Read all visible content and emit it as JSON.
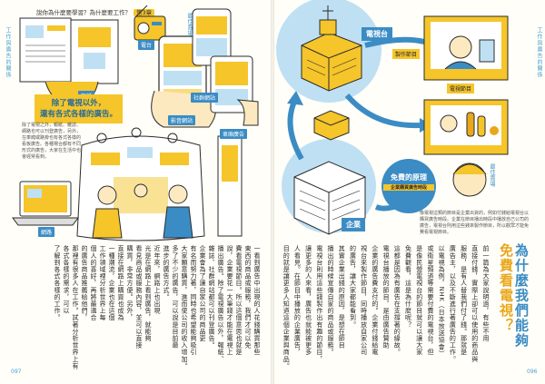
{
  "left_page": {
    "running_head": "說你為什麼要學習？為什麼要工作？",
    "chapter": "第3章",
    "side_tab": "工作與廣告的關係",
    "folio": "097",
    "tags": {
      "radio": "電台",
      "newspaper": "報紙",
      "social": "社群網站",
      "video_site": "影音網站",
      "train_ad": "車廂廣告",
      "computer": "網路"
    },
    "bubble_text": "最佳賣場",
    "caption": [
      "除了電視以外，",
      "還有各式各樣的廣告。"
    ],
    "note": "除了電視之外，報紙、雜誌、網路也可以刊登廣告，另外，在車廂或路旁也有各式各樣的看板廣告。各種場合都有不同形式的廣告，大家在生活中也會經常看到。",
    "body_columns": [
      "一看到廣告中出現的人花錢購買那些",
      "東西的商品或服務，我們才可以免",
      "費看電視節目。所以這個意思也就是",
      "說，企業要花一大筆錢才能在電視上",
      "播出廣告。除了電視廣告以外，報紙、",
      "雜誌、社群網站都可以刊登廣告。",
      "企業會為了讓自家公司的商品更",
      "有名而努力著，同時也希望能夠吸引",
      "大家願意購買，進而使公司的收入增加。",
      "多了不少的廣告，可以說是目前最",
      "進步的廣告方式。",
      "近年來，網路上也出現",
      "光是在網路上看到廣告，就能夠",
      "看見商品或服務內容，並可以直接",
      "購買，非常方便。另外，",
      "直接在網路上購買也成為",
      "一種潮流，企業也在這個",
      "工作領域裡分析世界上每",
      "個人的喜好，再將最適合",
      "的廣告商品推薦給他們，",
      "那裡有很多人在工作。試著分析世界上有",
      "各式各樣的需求，可以",
      "了解到各式各樣的工作。"
    ]
  },
  "right_page": {
    "side_tab": "工作與廣告的關係",
    "folio": "096",
    "title_line1": "為什麼我們能夠",
    "title_line2": "免費看電視？",
    "tv_station_label": "電視台",
    "making_money": "製作節目",
    "program_label": "電視節目",
    "bubble_text": "最佳賣場",
    "company_label": "企業",
    "circle_title": "免費的原理",
    "circle_sub": "企業購買廣告時段",
    "note": "像電視這類的節目是企業出資的，例如付錢給電視台以購買廣告時段。企業在節目播出時段中播放自己公司的廣告，電視台則用這些錢來製作節目，所以觀眾才能免費看電視節目。",
    "body_columns": [
      "前一篇為大家說明過，有些不用",
      "直接付錢，實際上卻可以使用的商品與",
      "服務，是有人替我們付了錢。那就是",
      "廣告主，以及不斷進行著廣告的工作。",
      "以電視為例，NHK（日本放送協會）",
      "或衛星頻道等需要付費的電視台，但",
      "是像民營電視台的節目就可以讓大家",
      "免費觀看，這是為什麼呢？",
      "這都是因為有廣告在支撐著的緣故。",
      "電視台播放的節目，是由廣告贊助",
      "企業的廣告費支付的。企業付錢給電",
      "視台來製作節目，同時播放自家公司",
      "的廣告，讓大家都能看到。",
      "其實企業出錢的原因，是想在節目",
      "播出的時候宣傳自家的商品或服務。",
      "電視台則用這些錢製作出有趣的節目，",
      "讓更多的人來看，廣告也就能被更多",
      "人看見。在節目中播放的企業廣告，",
      "目的就是讓更多人知道這個企業與商品。"
    ]
  },
  "colors": {
    "blue": "#3b8cc4",
    "light_blue": "#bfe0f3",
    "yellow": "#f5c52a",
    "orange": "#e9a71b",
    "ink": "#2b2b2b"
  }
}
